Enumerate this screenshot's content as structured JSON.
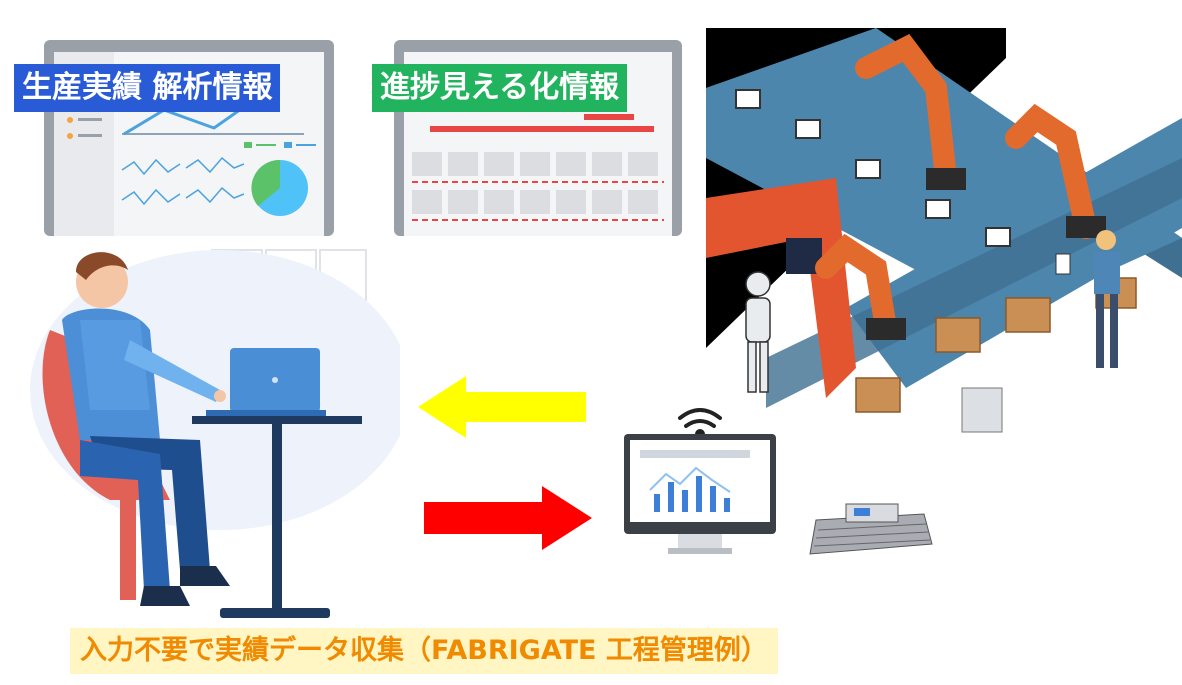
{
  "labels": {
    "production_analysis": "生産実績 解析情報",
    "progress_visualization": "進捗見える化情報"
  },
  "caption": "入力不要で実績データ収集（FABRIGATE 工程管理例）",
  "colors": {
    "blue_label": "#2a5bd7",
    "green_label": "#22b35e",
    "caption_text": "#f08a00",
    "caption_bg": "#fff6c4",
    "arrow_left": "#ffff00",
    "arrow_right": "#ff0000"
  },
  "icons": [
    "monitor-icon",
    "tablet-icon",
    "worker-icon",
    "laptop-icon",
    "pc-monitor-icon",
    "wifi-icon",
    "device-icon",
    "factory-line-icon",
    "robot-arm-icon",
    "robot-icon",
    "arrow-left-icon",
    "arrow-right-icon"
  ]
}
